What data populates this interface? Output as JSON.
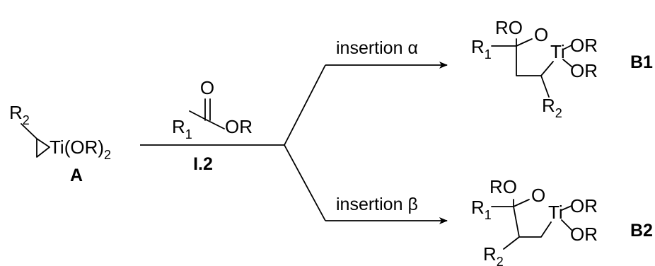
{
  "reactant_A": {
    "r2": "R",
    "r2_sub": "2",
    "ti_main": "Ti(OR)",
    "ti_sub": "2",
    "label": "A"
  },
  "reagent_I2": {
    "carbonyl_o": "O",
    "r1": "R",
    "r1_sub": "1",
    "ester_or": "OR",
    "label": "I.2"
  },
  "branch_top": {
    "condition": "insertion α"
  },
  "branch_bottom": {
    "condition": "insertion β"
  },
  "product_B1": {
    "ro": "RO",
    "r1": "R",
    "r1_sub": "1",
    "ring_o": "O",
    "ti": "Ti",
    "or_upper": "OR",
    "or_lower": "OR",
    "r2": "R",
    "r2_sub": "2",
    "label": "B1"
  },
  "product_B2": {
    "ro": "RO",
    "r1": "R",
    "r1_sub": "1",
    "ring_o": "O",
    "ti": "Ti",
    "or_upper": "OR",
    "or_lower": "OR",
    "r2": "R",
    "r2_sub": "2",
    "label": "B2"
  }
}
